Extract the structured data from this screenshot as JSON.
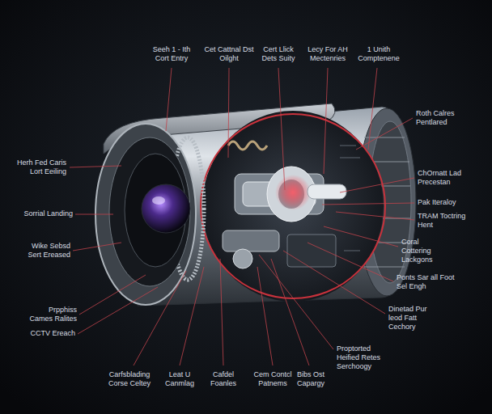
{
  "diagram": {
    "labels": [
      "Seeh 1 - Ith Cort Entry",
      "Cet Cattnal Dst Oilght",
      "Cert Llick Dets Suity",
      "Lecy For AH Mectenries",
      "1 Unith Comptenene",
      "Herh Fed Caris Lort Eeiling",
      "Sorrial Landing",
      "Wike Sebsd Sert Ereased",
      "Prpphiss Cames Ralites",
      "CCTV Ereach",
      "Roth Calres Pentlared",
      "ChOrnatt Lad Precestan",
      "Pak Iteraloy",
      "TRAM Toctring Hent",
      "Coral Cottering Lackgons",
      "Ponts Sar all Foot Sel Engh",
      "Dinetad Pur leod Fatt Cechory",
      "Proptorted Heified Retes Serchoogy",
      "Carfsblading Corse Celtey",
      "Leat U Canmlag",
      "Cafdel Foanles",
      "Cem Contcl Patnems",
      "Bibs Ost Capargy"
    ]
  }
}
